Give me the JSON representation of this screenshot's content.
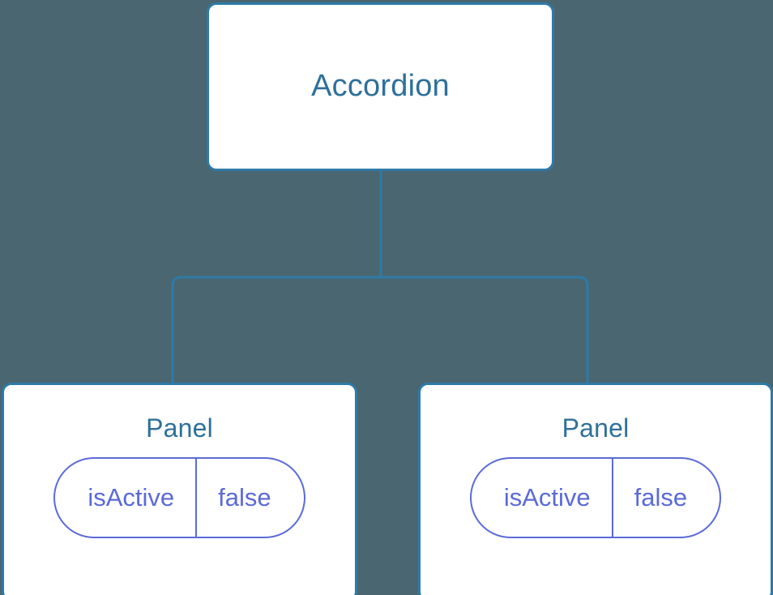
{
  "diagram": {
    "type": "component-tree",
    "background_color": "#4a6670",
    "node_border_color": "#2e7aa8",
    "node_title_color": "#2e7099",
    "node_fill_color": "#ffffff",
    "prop_accent_color": "#5b6ad8",
    "connector_color": "#2e7aa8",
    "root": {
      "title": "Accordion"
    },
    "children": [
      {
        "title": "Panel",
        "prop": {
          "key": "isActive",
          "value": "false"
        }
      },
      {
        "title": "Panel",
        "prop": {
          "key": "isActive",
          "value": "false"
        }
      }
    ]
  }
}
